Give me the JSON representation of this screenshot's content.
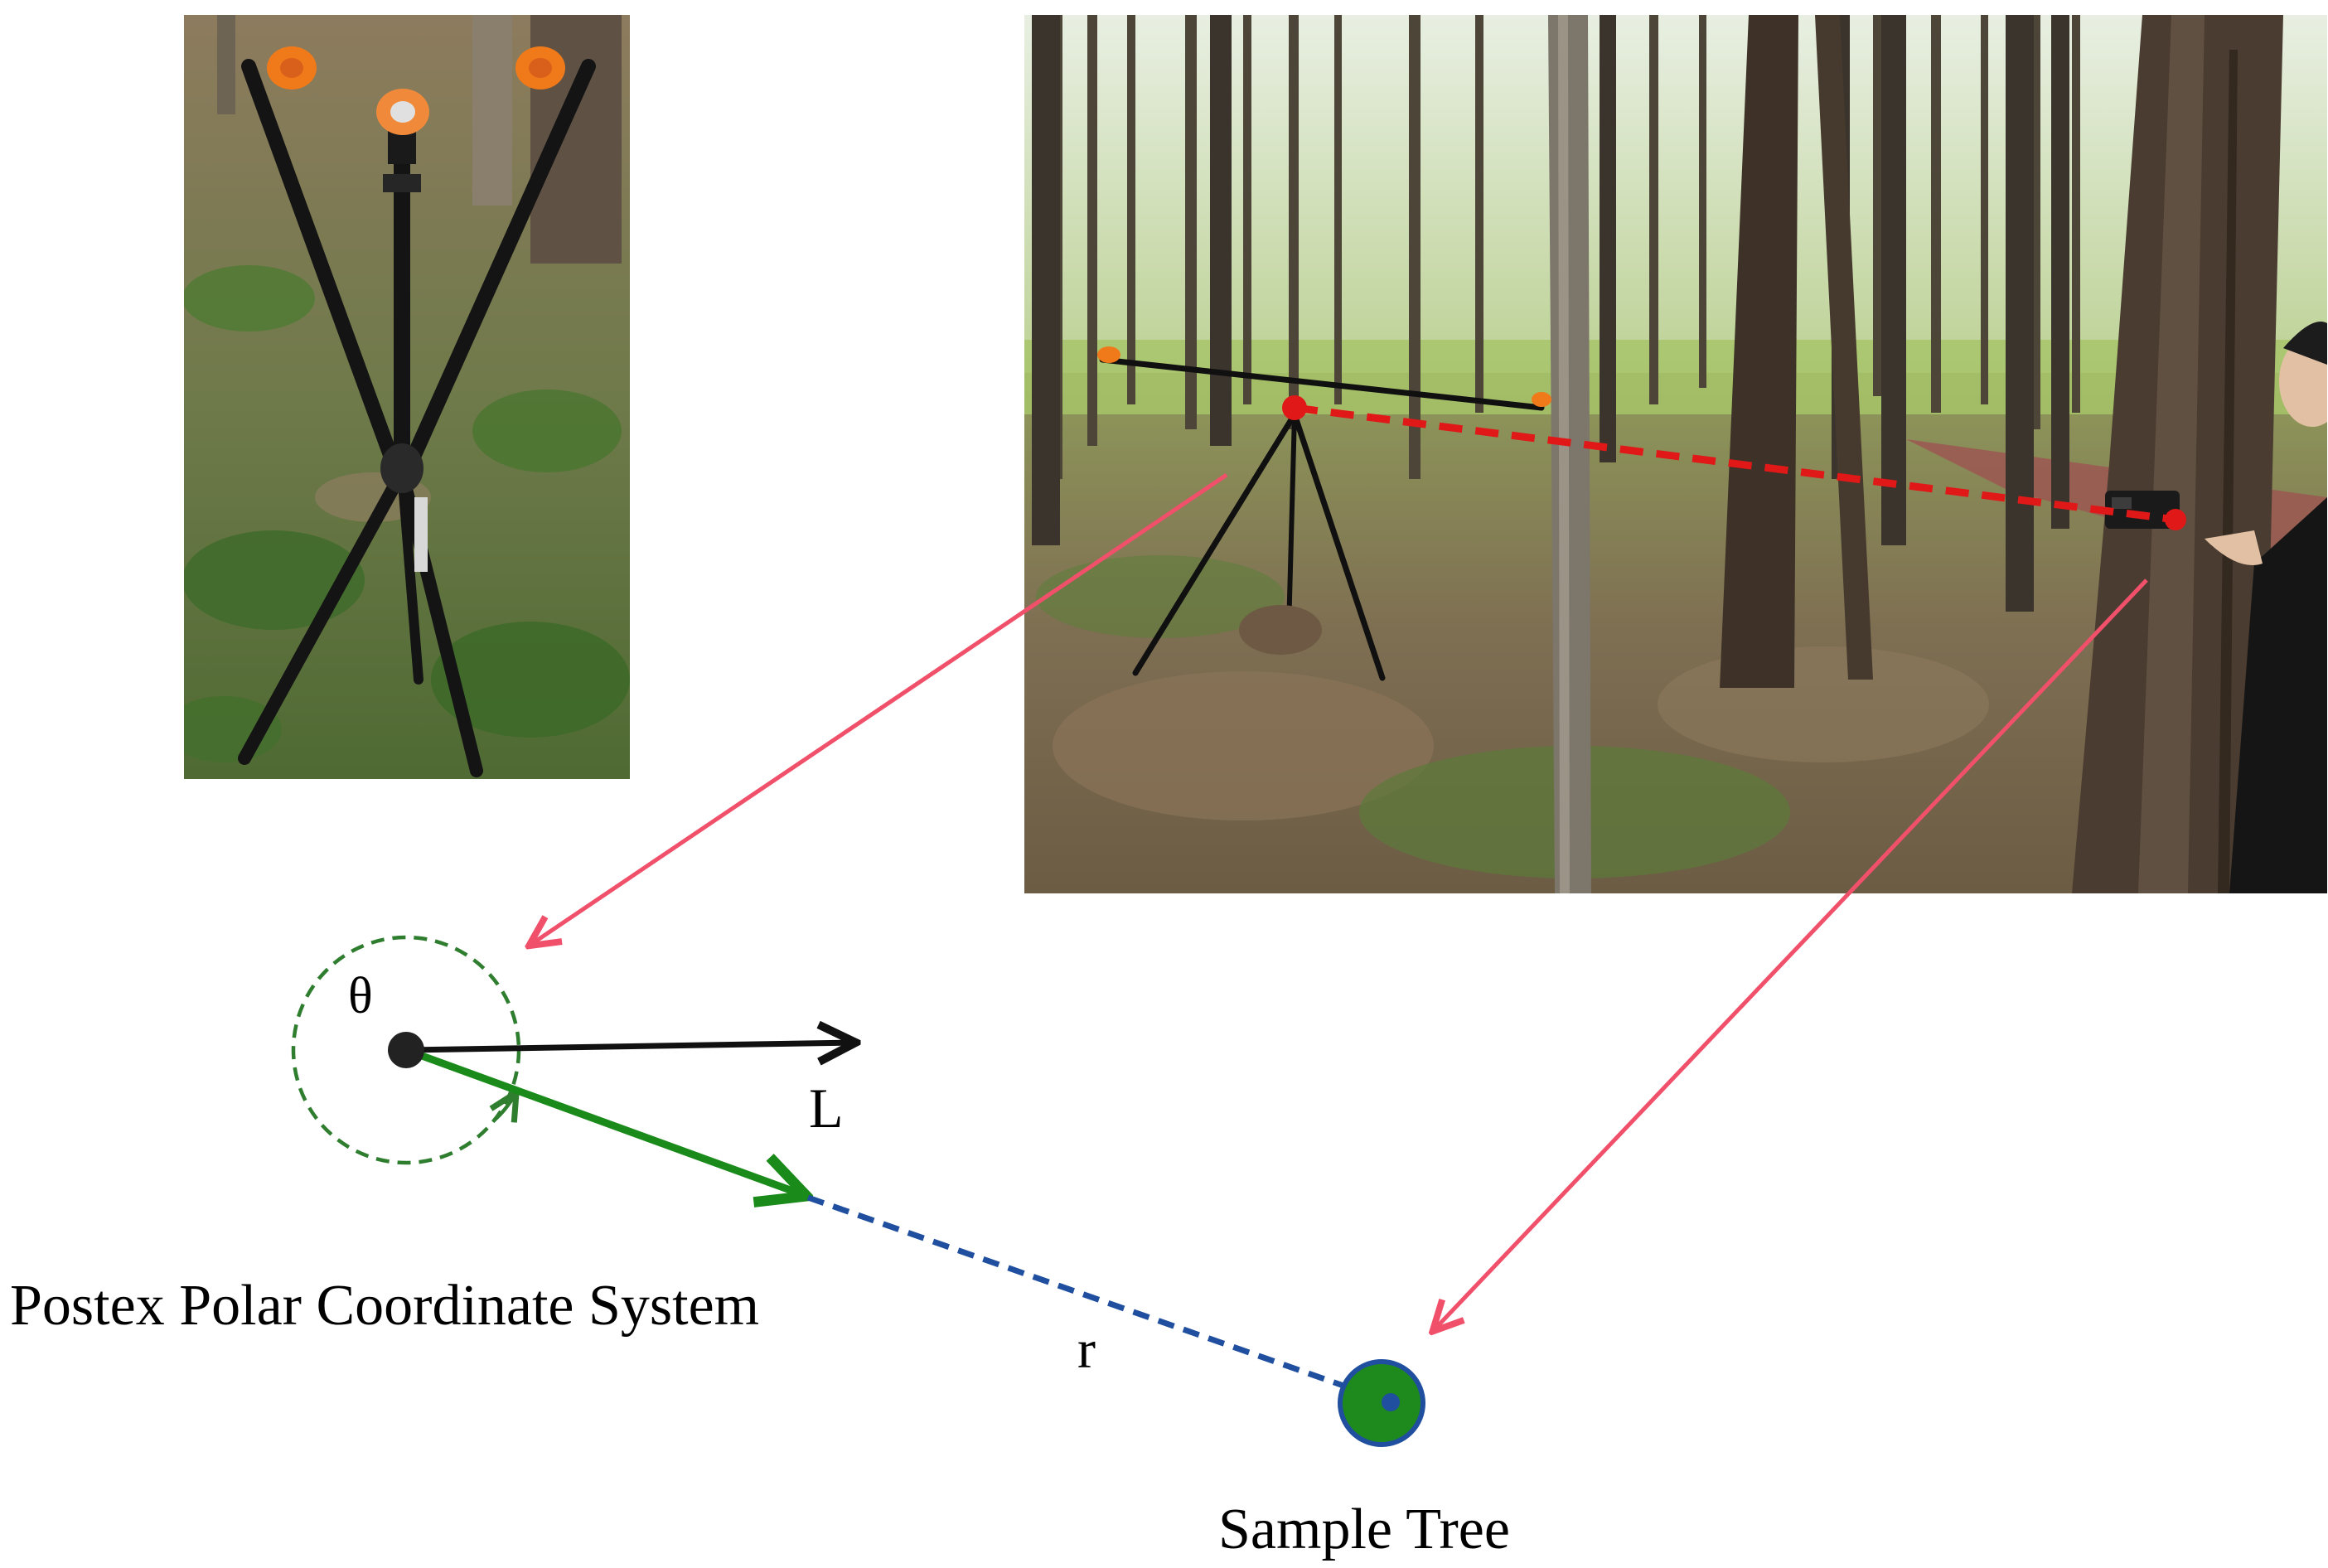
{
  "labels": {
    "theta": "θ",
    "reference_axis": "L",
    "distance": "r",
    "coordinate_system": "Postex Polar Coordinate System",
    "target": "Sample Tree"
  },
  "colors": {
    "pointer_arrows": "#f0506a",
    "direction_line": "#1a8a1a",
    "angle_arc": "#2f7d2f",
    "distance_line": "#1f4f9e",
    "reference_axis": "#111111",
    "laser_line": "#e01818",
    "tree_fill": "#1e8a1e",
    "tree_outline": "#1f4f9e"
  },
  "photos": [
    {
      "name": "photo-tripod-closeup",
      "depicts": "tripod with orange positioning sensors standing on forest floor"
    },
    {
      "name": "photo-field-measurement",
      "depicts": "tripod in pine forest with laser range finder aimed at a sample tree"
    }
  ],
  "icons": [
    "tripod-icon",
    "range-finder-icon",
    "tree-trunk-icon"
  ]
}
